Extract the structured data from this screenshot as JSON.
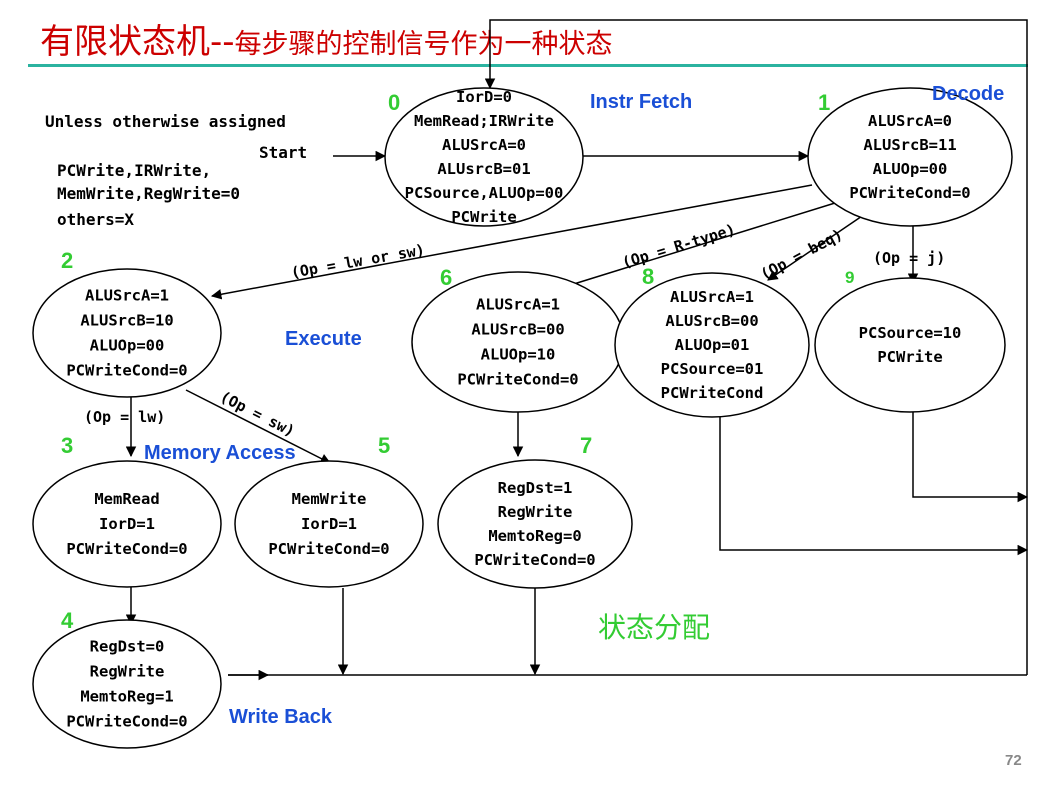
{
  "title": {
    "main": "有限状态机--",
    "sub": "每步骤的控制信号作为一种状态"
  },
  "page_number": "72",
  "section_labels": {
    "instr_fetch": "Instr Fetch",
    "decode": "Decode",
    "execute": "Execute",
    "memory_access": "Memory Access",
    "write_back": "Write Back"
  },
  "defaults_note": {
    "line1": "Unless otherwise assigned",
    "line2": "PCWrite,IRWrite,",
    "line3": "MemWrite,RegWrite=0",
    "line4": "others=X"
  },
  "start_label": "Start",
  "state_assignment_label": "状态分配",
  "states": {
    "s0": {
      "num": "0",
      "lines": [
        "IorD=0",
        "MemRead;IRWrite",
        "ALUSrcA=0",
        "ALUsrcB=01",
        "PCSource,ALUOp=00",
        "PCWrite"
      ]
    },
    "s1": {
      "num": "1",
      "lines": [
        "ALUSrcA=0",
        "ALUSrcB=11",
        "ALUOp=00",
        "PCWriteCond=0"
      ]
    },
    "s2": {
      "num": "2",
      "lines": [
        "ALUSrcA=1",
        "ALUSrcB=10",
        "ALUOp=00",
        "PCWriteCond=0"
      ]
    },
    "s3": {
      "num": "3",
      "lines": [
        "MemRead",
        "IorD=1",
        "PCWriteCond=0"
      ]
    },
    "s4": {
      "num": "4",
      "lines": [
        "RegDst=0",
        "RegWrite",
        "MemtoReg=1",
        "PCWriteCond=0"
      ]
    },
    "s5": {
      "num": "5",
      "lines": [
        "MemWrite",
        "IorD=1",
        "PCWriteCond=0"
      ]
    },
    "s6": {
      "num": "6",
      "lines": [
        "ALUSrcA=1",
        "ALUSrcB=00",
        "ALUOp=10",
        "PCWriteCond=0"
      ]
    },
    "s7": {
      "num": "7",
      "lines": [
        "RegDst=1",
        "RegWrite",
        "MemtoReg=0",
        "PCWriteCond=0"
      ]
    },
    "s8": {
      "num": "8",
      "lines": [
        "ALUSrcA=1",
        "ALUSrcB=00",
        "ALUOp=01",
        "PCSource=01",
        "PCWriteCond"
      ]
    },
    "s9": {
      "num": "9",
      "lines": [
        "PCSource=10",
        "PCWrite"
      ]
    }
  },
  "conditions": {
    "lw_sw": "(Op = lw or sw)",
    "rtype": "(Op = R-type)",
    "beq": "(Op = beq)",
    "j": "(Op = j)",
    "lw": "(Op = lw)",
    "sw": "(Op = sw)"
  },
  "colors": {
    "title": "#cc0000",
    "title_rule": "#2bb3a0",
    "state_number": "#33cc33",
    "section_label": "#1a4fd6",
    "line": "#000000",
    "page_number": "#888888"
  }
}
